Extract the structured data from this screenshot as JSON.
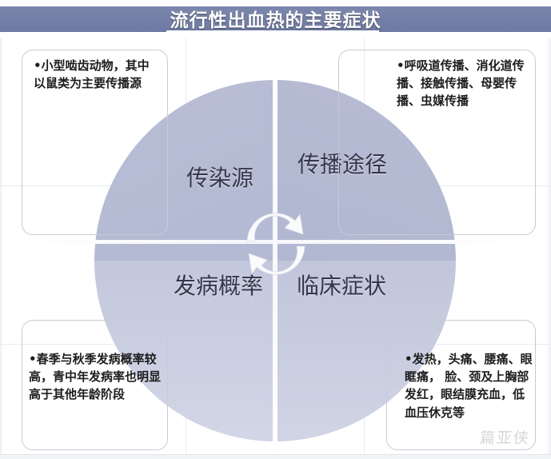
{
  "slide": {
    "title": "流行性出血热的主要症状",
    "title_bar_color": "#737fa6",
    "background_color": "#ffffff",
    "watermark": "篇亚侠"
  },
  "wheel": {
    "fill_top_color": "#b2b8d2",
    "fill_bottom_color": "#d0d4e4",
    "divider_color": "#ffffff",
    "center_icon": "cycle-arrows-icon",
    "quadrants": [
      {
        "id": "top-left",
        "label": "传染源"
      },
      {
        "id": "top-right",
        "label": "传播途径"
      },
      {
        "id": "bottom-left",
        "label": "发病概率"
      },
      {
        "id": "bottom-right",
        "label": "临床症状"
      }
    ]
  },
  "callouts": [
    {
      "id": "top-left",
      "bullet": "•",
      "text": "小型啮齿动物，其中以鼠类为主要传播源"
    },
    {
      "id": "top-right",
      "bullet": "•",
      "text": "呼吸道传播、消化道传播、接触传播、母婴传播、虫媒传播"
    },
    {
      "id": "bottom-left",
      "bullet": "•",
      "text": "春季与秋季发病概率较高，青中年发病率也明显高于其他年龄阶段"
    },
    {
      "id": "bottom-right",
      "bullet": "•",
      "text": "发热，头痛、腰痛、眼眶痛， 脸、颈及上胸部发红，眼结膜充血，低血压休克等"
    }
  ]
}
